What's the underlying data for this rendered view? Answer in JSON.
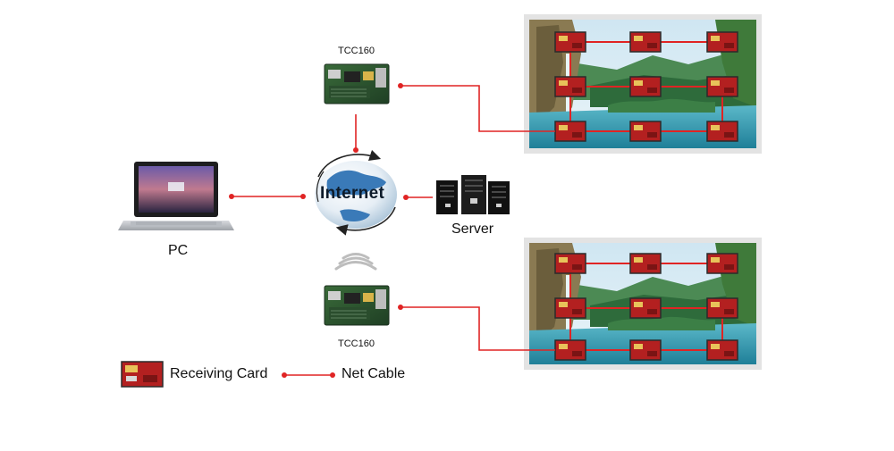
{
  "diagram": {
    "controllers": {
      "top_label": "TCC160",
      "bottom_label": "TCC160"
    },
    "pc_label": "PC",
    "internet_label": "Internet",
    "server_label": "Server",
    "legend": {
      "receiving_card": "Receiving Card",
      "net_cable": "Net Cable"
    },
    "cable_color": "#e02424"
  }
}
